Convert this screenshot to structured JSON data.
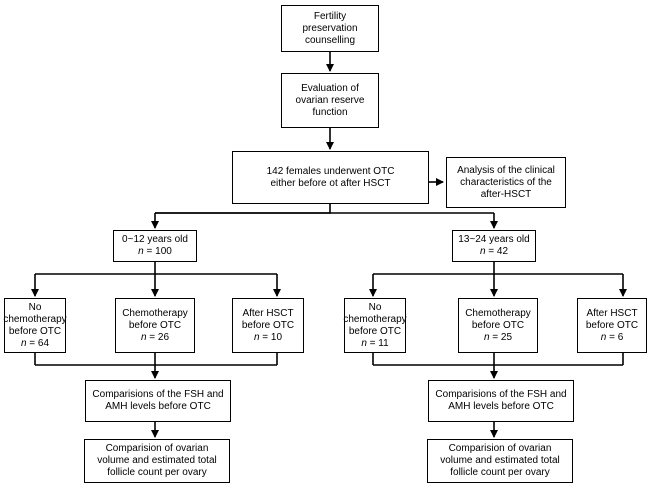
{
  "nodes": {
    "counselling": [
      "Fertility",
      "preservation",
      "counselling"
    ],
    "evaluation": [
      "Evaluation of",
      "ovarian reserve",
      "function"
    ],
    "cohort": [
      "142 females underwent OTC",
      "either before ot after HSCT"
    ],
    "analysis": [
      "Analysis of the clinical",
      "characteristics of the",
      "after-HSCT"
    ],
    "age_young": {
      "label": "0~12 years old",
      "n_prefix": "n",
      "n_value": " = 100"
    },
    "age_old": {
      "label": "13~24 years old",
      "n_prefix": "n",
      "n_value": " = 42"
    },
    "young_no_chemo": {
      "lines": [
        "No",
        "chemotherapy",
        "before OTC"
      ],
      "n_prefix": "n",
      "n_value": " = 64"
    },
    "young_chemo": {
      "lines": [
        "Chemotherapy",
        "before OTC"
      ],
      "n_prefix": "n",
      "n_value": " = 26"
    },
    "young_after_hsct": {
      "lines": [
        "After HSCT",
        "before OTC"
      ],
      "n_prefix": "n",
      "n_value": " = 10"
    },
    "old_no_chemo": {
      "lines": [
        "No",
        "chemotherapy",
        "before OTC"
      ],
      "n_prefix": "n",
      "n_value": " = 11"
    },
    "old_chemo": {
      "lines": [
        "Chemotherapy",
        "before OTC"
      ],
      "n_prefix": "n",
      "n_value": " = 25"
    },
    "old_after_hsct": {
      "lines": [
        "After HSCT",
        "before OTC"
      ],
      "n_prefix": "n",
      "n_value": " = 6"
    },
    "young_fsh": [
      "Comparisions of the FSH and",
      "AMH levels before OTC"
    ],
    "old_fsh": [
      "Comparisions of the FSH and",
      "AMH levels before OTC"
    ],
    "young_volume": [
      "Comparision of ovarian",
      "volume and estimated total",
      "follicle count per ovary"
    ],
    "old_volume": [
      "Comparision of ovarian",
      "volume and estimated total",
      "follicle count per ovary"
    ]
  }
}
